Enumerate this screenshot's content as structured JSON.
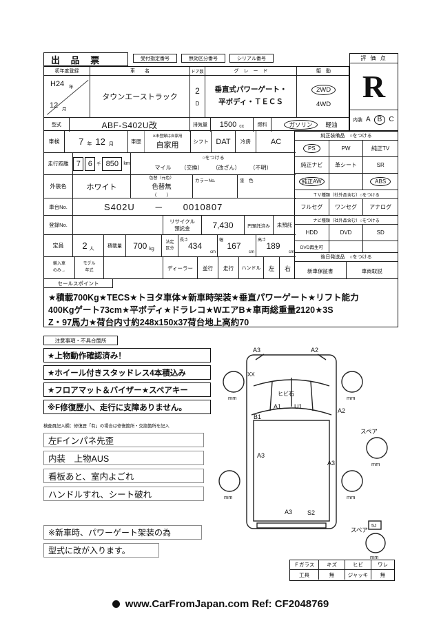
{
  "doc": {
    "title": "出 品 票",
    "header_boxes": [
      "受付指定番号",
      "無効区分番号",
      "シリアル番号"
    ],
    "footer": "www.CarFromJapan.com  Ref: CF2048769"
  },
  "evaluation": {
    "label": "評 価 点",
    "grade": "R",
    "interior_label": "内装",
    "interior_a": "A",
    "interior_b": "B",
    "interior_c": "C"
  },
  "top": {
    "first_reg_label": "初年度登録",
    "year": "H24",
    "year_unit": "年",
    "month": "12",
    "month_unit": "月",
    "name_label": "車　　名",
    "name": "タウンエーストラック",
    "doors_label": "ドア数",
    "doors": "2",
    "doors_sub": "D",
    "grade_label": "グ　レ　ー　ド",
    "grade1": "垂直式パワーゲート・",
    "grade2": "平ボディ・ＴＥＣＳ",
    "drive_label": "駆　動",
    "drive1": "2WD",
    "drive2": "4WD",
    "model_label": "型式",
    "model": "ABF-S402U改",
    "disp_label": "排気量",
    "disp": "1500",
    "disp_unit": "cc",
    "fuel_label": "燃料",
    "fuel1": "ガソリン",
    "fuel2": "軽油"
  },
  "mid": {
    "shaken_label": "車検",
    "shaken_year": "7",
    "shaken_year_unit": "年",
    "shaken_month": "12",
    "shaken_month_unit": "月",
    "history_label": "車歴",
    "history_note": "※未登録は自家用",
    "history": "自家用",
    "shift_label": "シフト",
    "shift": "DAT",
    "ac_label": "冷房",
    "ac": "AC",
    "mileage_label": "走行距離",
    "m1": "7",
    "m2": "6",
    "sen": "千",
    "m3": "850",
    "km": "km",
    "mark_note": "○をつける",
    "mile": "マイル",
    "opt_exchange": "（交換）",
    "opt_tamper": "（改ざん）",
    "opt_unknown": "（不明）",
    "color_label": "外装色",
    "color": "ホワイト",
    "colorchg_label": "色替（元色）",
    "colorchg": "色替無",
    "colorchg_paren": "（　　）",
    "colorno_label": "カラーNo.",
    "paint_label": "塗　色",
    "chassis_label": "車台No.",
    "chassis1": "S402U",
    "chassis_dash": "－",
    "chassis2": "0010807",
    "reg_label": "登録No.",
    "recycle1": "リサイクル",
    "recycle2": "預託金",
    "recycle_amount": "7,430",
    "recycle_paid": "円預託済み",
    "recycle_unpaid": "未預託",
    "cap_label": "定員",
    "cap": "2",
    "cap_unit": "人",
    "load_label": "積載量",
    "load": "700",
    "load_unit": "kg",
    "legal1": "法定",
    "legal2": "区分",
    "len_label": "長さ",
    "len": "434",
    "wid_label": "幅",
    "wid": "167",
    "hei_label": "高さ",
    "hei": "189",
    "cm": "cm",
    "import1": "輸入車",
    "import2": "のみ→",
    "my1": "モデル",
    "my2": "年式",
    "dealer": "ディーラー",
    "parallel": "並行",
    "run": "走行",
    "handle": "ハンドル",
    "left": "左",
    "right": "右"
  },
  "equip": {
    "h1": "純正装備品　○をつける",
    "ps": "PS",
    "pw": "PW",
    "tv": "純正TV",
    "navi": "純正ナビ",
    "leather": "革シート",
    "sr": "SR",
    "aw": "純正AW",
    "abs": "ABS",
    "h2": "ＴＶ種類（社外品含む）○をつける",
    "fullseg": "フルセグ",
    "oneseg": "ワンセグ",
    "analog": "アナログ",
    "h3": "ナビ種類（社外品含む）○をつける",
    "hdd": "HDD",
    "dvd": "DVD",
    "sd": "SD",
    "dvdplay": "DVD再生可",
    "h4": "後日発送品　○をつける",
    "warranty": "新車保証書",
    "manual": "車両取説"
  },
  "sales": {
    "label": "セールスポイント",
    "line1": "★積載700Kg★TECS★トヨタ車体★新車時架装★垂直パワーゲート★リフト能力",
    "line2": "400Kgゲート73cm★平ボディ★ドラレコ★WエアB★車両総重量2120★3S",
    "line3": "Z・97馬力★荷台内寸約248x150x37荷台地上高約70"
  },
  "notes": {
    "label": "注意事項・不具合箇所",
    "items": [
      "★上物動作確認済み！",
      "★ホイール付きスタッドレス4本積込み",
      "★フロアマット＆バイザー★スペアキー",
      "※F修復歴小、走行に支障ありません。"
    ]
  },
  "inspector": {
    "header": "検査員記入欄：修復歴「有」の場合は修復箇所・交換箇所を記入",
    "lines": [
      "左Fインパネ先歪",
      "内装　上物AUS",
      "看板あと、室内よごれ",
      "ハンドルすれ、シート破れ"
    ],
    "remark1": "※新車時、パワーゲート架装の為",
    "remark2": "型式に改が入ります。"
  },
  "diagram": {
    "a3_top": "A3",
    "a2_top": "A2",
    "xx": "XX",
    "stone": "ヒビ石",
    "a1": "A1",
    "u1": "U1",
    "a2_right": "A2",
    "b1": "B1",
    "a3_left": "A3",
    "a3_right": "A3",
    "a3_bottom": "A3",
    "s2": "S2",
    "spare_top": "スペア",
    "spare_bottom": "スペア",
    "spare_size": "5J",
    "mm": "mm"
  },
  "check_table": {
    "r1": [
      "Ｆガラス",
      "キズ",
      "ヒビ",
      "ワレ"
    ],
    "r2": [
      "工具",
      "無",
      "ジャッキ",
      "無"
    ]
  }
}
